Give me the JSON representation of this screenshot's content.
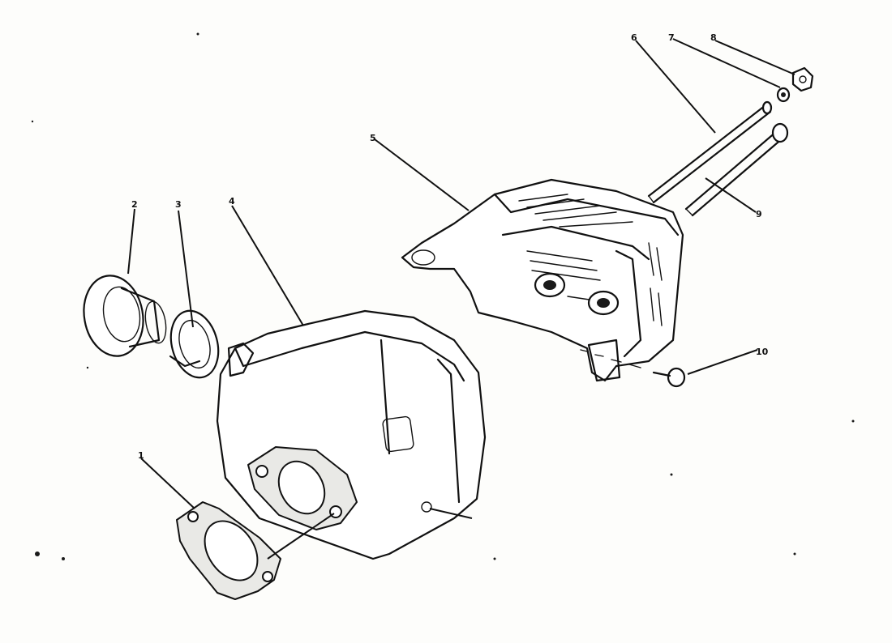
{
  "callouts": {
    "c1": "1",
    "c2": "2",
    "c3": "3",
    "c4": "4",
    "c5": "5",
    "c6": "6",
    "c7": "7",
    "c8": "8",
    "c9": "9",
    "c10": "10"
  },
  "colors": {
    "ink": "#111111",
    "paper": "#fdfdfb"
  }
}
